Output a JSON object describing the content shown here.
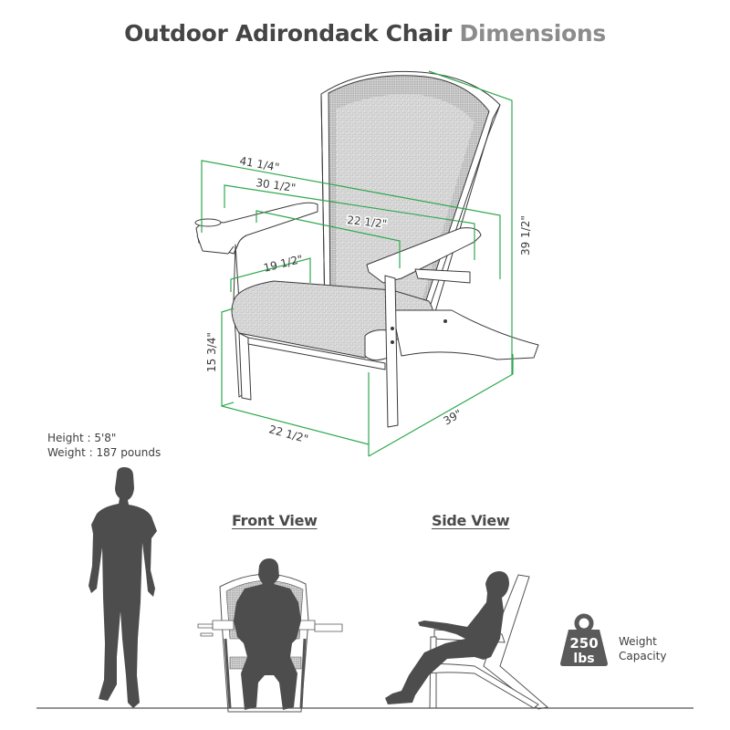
{
  "title": {
    "primary": "Outdoor Adirondack Chair",
    "secondary": "Dimensions"
  },
  "dimensions": {
    "overall_width": "41 1/4\"",
    "armrest_width": "30 1/2\"",
    "back_width": "22 1/2\"",
    "seat_depth": "19 1/2\"",
    "seat_height": "15 3/4\"",
    "seat_width": "22 1/2\"",
    "overall_depth": "39\"",
    "overall_height": "39 1/2\""
  },
  "person": {
    "height_label": "Height",
    "height_value": ": 5'8\"",
    "weight_label": "Weight",
    "weight_value": ": 187 pounds"
  },
  "views": {
    "front": "Front View",
    "side": "Side View"
  },
  "capacity": {
    "amount": "250",
    "unit": "lbs",
    "label_line1": "Weight",
    "label_line2": "Capacity"
  },
  "colors": {
    "dimension_line": "#2fa84f",
    "silhouette": "#4d4d4d",
    "title_dark": "#454545",
    "title_light": "#8c8c8c"
  }
}
